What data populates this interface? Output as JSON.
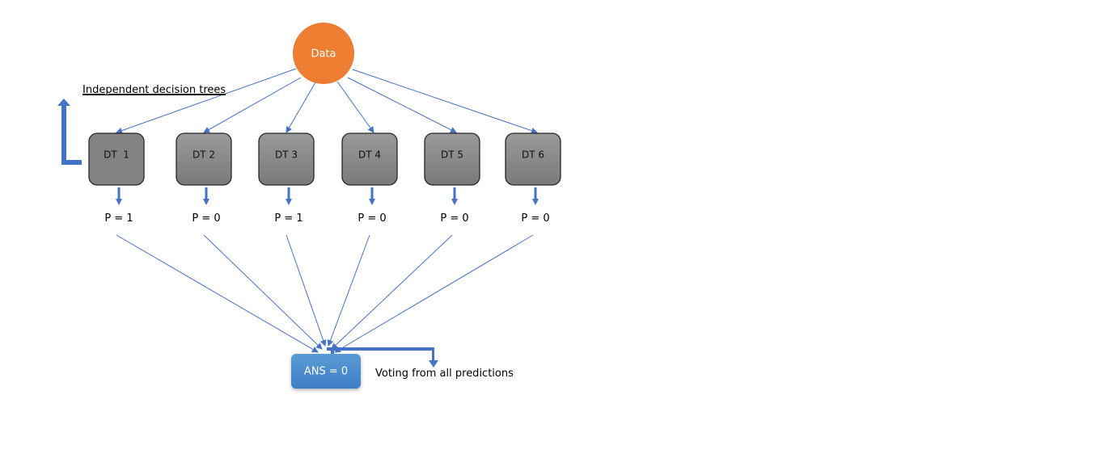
{
  "title_note": "Independent decision trees",
  "source_node": {
    "label": "Data",
    "color": "#ED7D31"
  },
  "trees": [
    {
      "label": "DT  1",
      "prediction": "P = 1"
    },
    {
      "label": "DT 2",
      "prediction": "P = 0"
    },
    {
      "label": "DT 3",
      "prediction": "P = 1"
    },
    {
      "label": "DT 4",
      "prediction": "P = 0"
    },
    {
      "label": "DT 5",
      "prediction": "P = 0"
    },
    {
      "label": "DT 6",
      "prediction": "P = 0"
    }
  ],
  "result_node": {
    "label": "ANS = 0",
    "color": "#4A90D9"
  },
  "voting_note": "Voting from all predictions",
  "colors": {
    "connector": "#4472C4",
    "block_arrow": "#4472C4",
    "tree_fill": "#8A8A8A",
    "tree_stroke": "#262626"
  }
}
